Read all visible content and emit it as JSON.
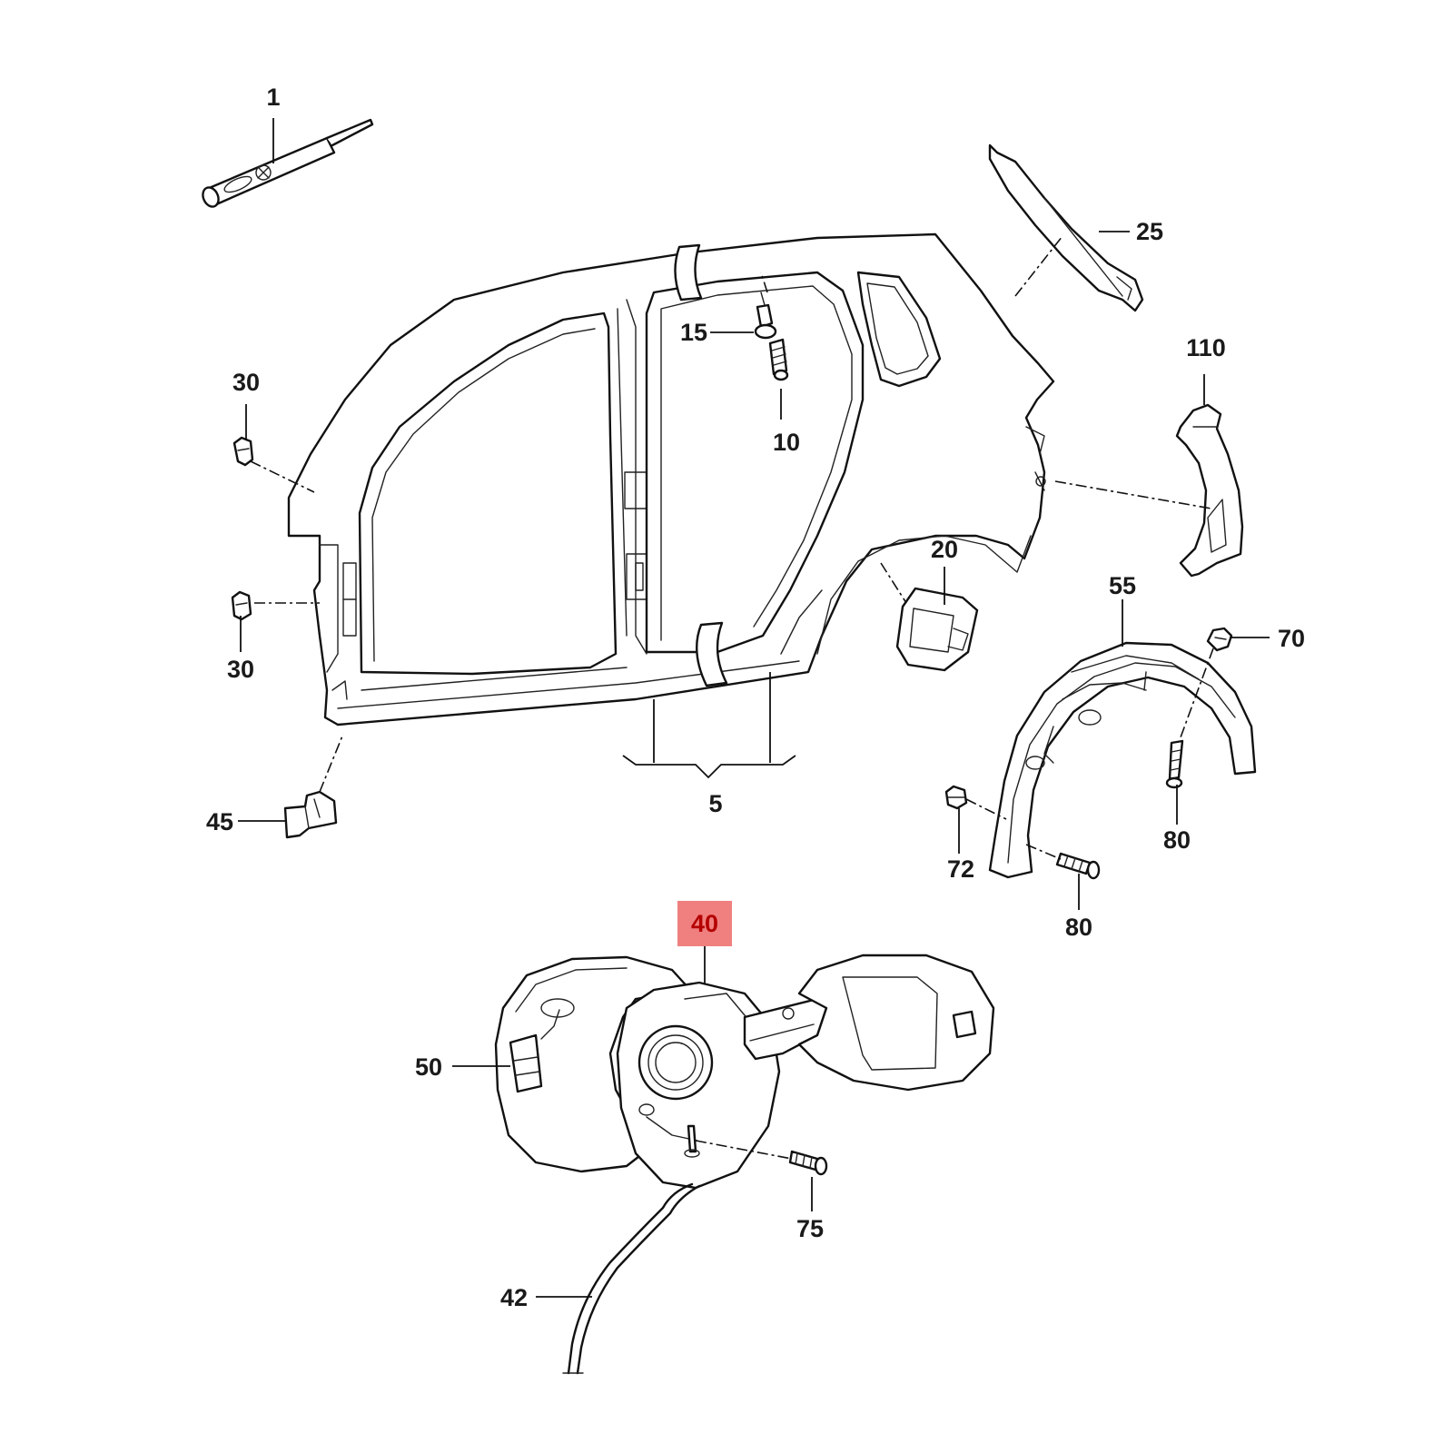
{
  "callouts": {
    "c1": "1",
    "c5": "5",
    "c10": "10",
    "c15": "15",
    "c20": "20",
    "c25": "25",
    "c30a": "30",
    "c30b": "30",
    "c40": "40",
    "c42": "42",
    "c45": "45",
    "c50": "50",
    "c55": "55",
    "c70": "70",
    "c72": "72",
    "c75": "75",
    "c80a": "80",
    "c80b": "80",
    "c110": "110"
  },
  "highlight": {
    "callout": "40",
    "fill_color": "#f08080",
    "text_color": "#b40000"
  }
}
